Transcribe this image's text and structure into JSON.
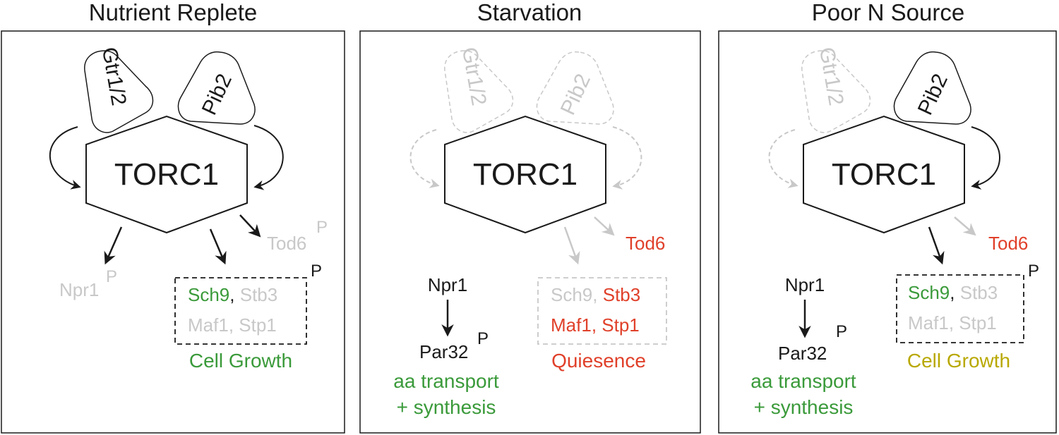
{
  "colors": {
    "black": "#1a1a1a",
    "gray": "#c8c8c8",
    "green": "#3a9a3a",
    "red": "#e0402a",
    "olive": "#b8a800"
  },
  "panels": [
    {
      "title": "Nutrient Replete",
      "gtr_label": "Gtr1/2",
      "pib_label": "Pib2",
      "torc_label": "TORC1",
      "tod6_label": "Tod6",
      "tod6_p": "P",
      "npr1_label": "Npr1",
      "npr1_p": "P",
      "box_p": "P",
      "sch9": "Sch9",
      "comma1": ",",
      "stb3": "Stb3",
      "maf1": "Maf1",
      "comma2": ",",
      "stp1": "Stp1",
      "outcome": "Cell Growth"
    },
    {
      "title": "Starvation",
      "gtr_label": "Gtr1/2",
      "pib_label": "Pib2",
      "torc_label": "TORC1",
      "tod6_label": "Tod6",
      "npr1_label": "Npr1",
      "par32_label": "Par32",
      "par32_p": "P",
      "aa_line1": "aa transport",
      "aa_line2": "+ synthesis",
      "sch9": "Sch9",
      "comma1": ",",
      "stb3": "Stb3",
      "maf1": "Maf1",
      "comma2": ",",
      "stp1": "Stp1",
      "outcome": "Quiesence"
    },
    {
      "title": "Poor N Source",
      "gtr_label": "Gtr1/2",
      "pib_label": "Pib2",
      "torc_label": "TORC1",
      "tod6_label": "Tod6",
      "npr1_label": "Npr1",
      "par32_label": "Par32",
      "par32_p": "P",
      "aa_line1": "aa transport",
      "aa_line2": "+ synthesis",
      "box_p": "P",
      "sch9": "Sch9",
      "comma1": ",",
      "stb3": "Stb3",
      "maf1": "Maf1",
      "comma2": ",",
      "stp1": "Stp1",
      "outcome": "Cell Growth"
    }
  ]
}
